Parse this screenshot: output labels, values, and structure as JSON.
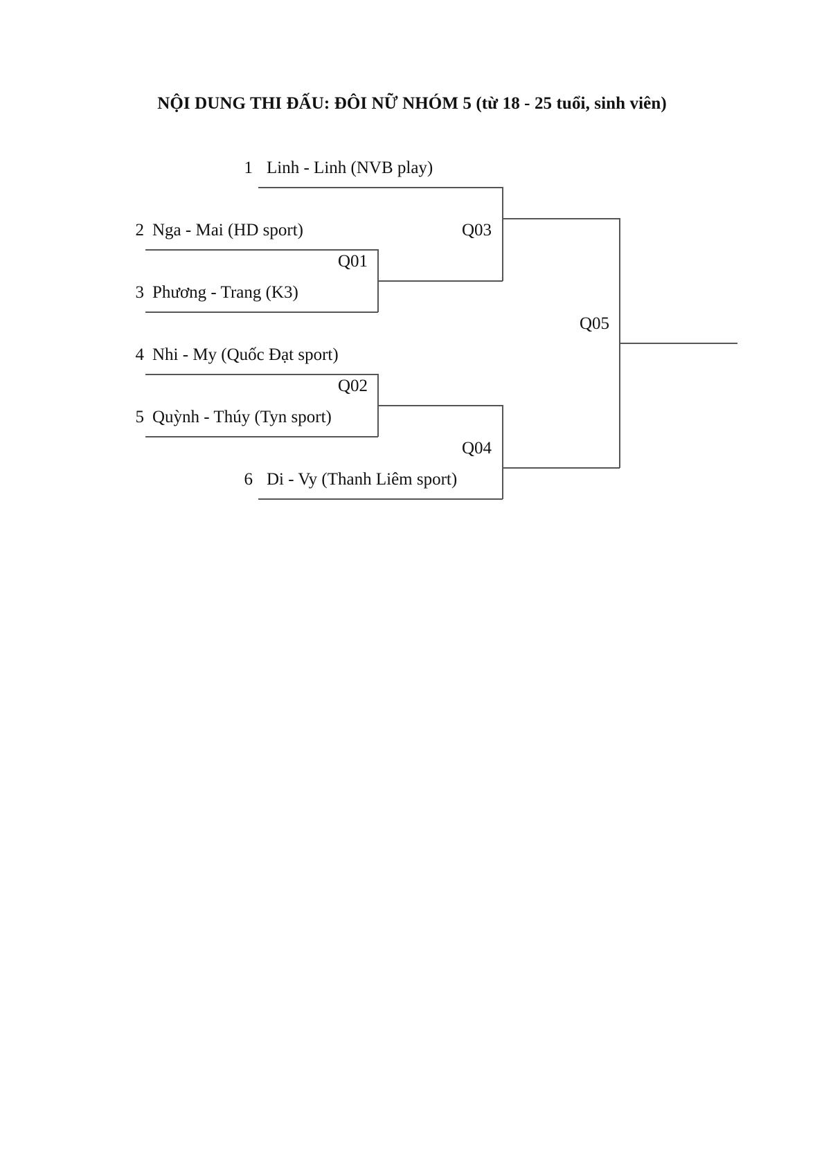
{
  "title": "NỘI DUNG THI ĐẤU: ĐÔI NỮ NHÓM 5 (từ 18 - 25 tuổi, sinh viên)",
  "entries": [
    {
      "seed": "1",
      "name": "Linh - Linh (NVB play)"
    },
    {
      "seed": "2",
      "name": "Nga - Mai (HD sport)"
    },
    {
      "seed": "3",
      "name": "Phương - Trang (K3)"
    },
    {
      "seed": "4",
      "name": "Nhi - My (Quốc Đạt sport)"
    },
    {
      "seed": "5",
      "name": "Quỳnh - Thúy (Tyn sport)"
    },
    {
      "seed": "6",
      "name": "Di - Vy (Thanh Liêm sport)"
    }
  ],
  "matches": [
    {
      "id": "Q01"
    },
    {
      "id": "Q02"
    },
    {
      "id": "Q03"
    },
    {
      "id": "Q04"
    },
    {
      "id": "Q05"
    }
  ]
}
